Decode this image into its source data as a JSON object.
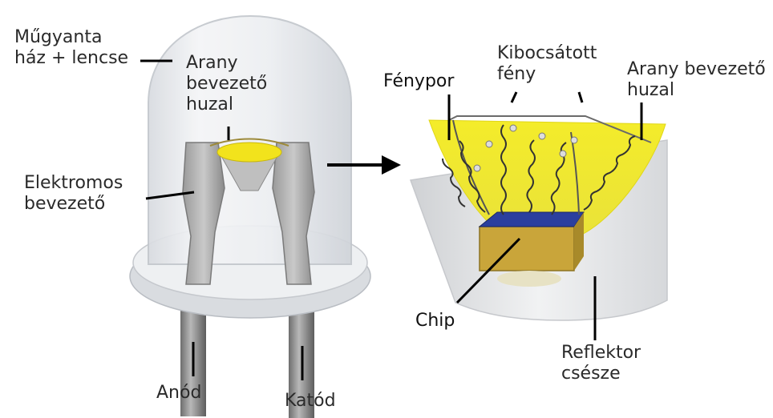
{
  "labels": {
    "housing": "Műgyanta\nház + lencse",
    "gold_wire_left": "Arany\nbevezető\nhuzal",
    "electrode": "Elektromos\nbevezető",
    "anode": "Anód",
    "cathode": "Katód",
    "phosphor": "Fénypor",
    "emitted_light": "Kibocsátott\nfény",
    "gold_wire_right": "Arany bevezető\nhuzal",
    "chip": "Chip",
    "reflector": "Reflektor\ncsésze"
  },
  "colors": {
    "phosphor_yellow": "#f2ea1c",
    "chip_blue": "#2b3f9e",
    "chip_gold": "#c9a53a",
    "lead_gray": "#8c8c8c",
    "epoxy": "#e4e6ea",
    "text": "#2a2a2a"
  }
}
